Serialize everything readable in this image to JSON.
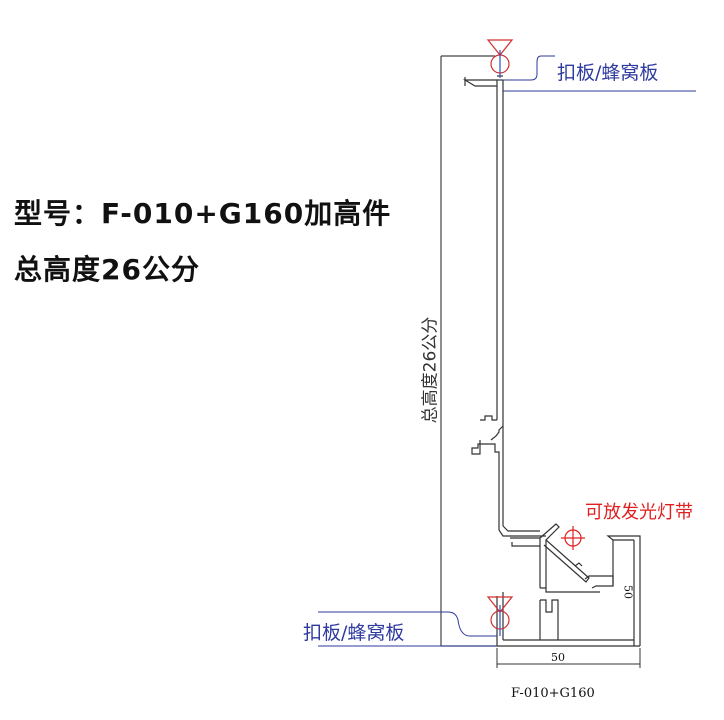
{
  "title": {
    "line1": "型号：F-010+G160加高件",
    "line2": "总高度26公分"
  },
  "labels": {
    "top_panel": "扣板/蜂窝板",
    "bottom_panel": "扣板/蜂窝板",
    "led_note": "可放发光灯带",
    "height_note": "总高度26公分"
  },
  "dimensions": {
    "width": "50",
    "height": "50"
  },
  "caption": "F-010+G160",
  "colors": {
    "outline": "#333333",
    "label_blue": "#2e3a9e",
    "led_red": "#e02020"
  }
}
